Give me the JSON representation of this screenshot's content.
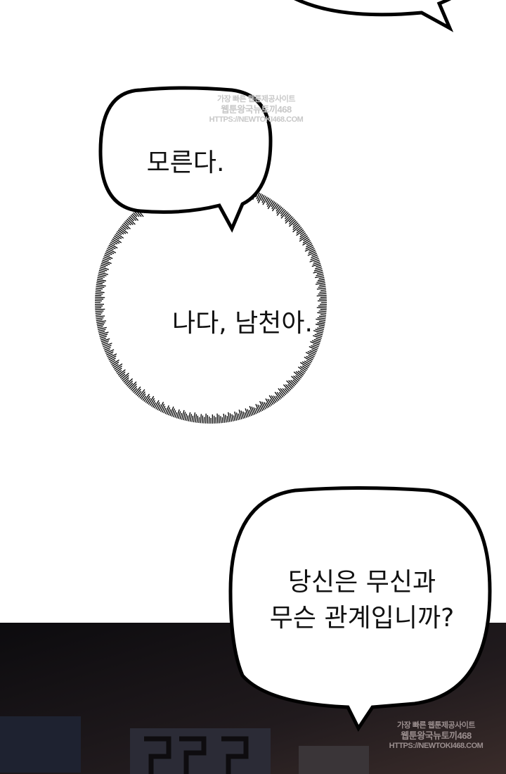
{
  "dialogue": {
    "bubble_1": "모른다.",
    "bubble_2": "나다, 남천아.",
    "bubble_3_line1": "당신은 무신과",
    "bubble_3_line2": "무슨 관계입니까?"
  },
  "watermark": {
    "line1": "가장 빠른 웹툰제공사이트",
    "line2": "웹툰왕국뉴토끼468",
    "line3": "HTTPS://NEWTOKI468.COM"
  },
  "colors": {
    "background": "#ffffff",
    "ink": "#000000",
    "night_scene": "#1a1517"
  }
}
